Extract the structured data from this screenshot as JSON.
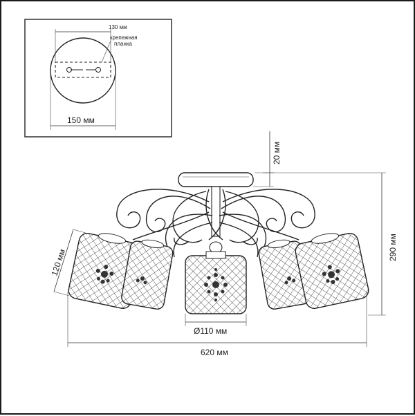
{
  "mount_inset": {
    "top_label": "130 мм",
    "bar_label_line1": "крепежная",
    "bar_label_line2": "планка",
    "bottom_label": "150 мм"
  },
  "dimensions": {
    "canopy_height": "20 мм",
    "total_height": "290 мм",
    "shade_height": "120 мм",
    "shade_diameter": "Ø110 мм",
    "total_width": "620 мм"
  },
  "colors": {
    "line": "#222222",
    "background": "#ffffff"
  }
}
